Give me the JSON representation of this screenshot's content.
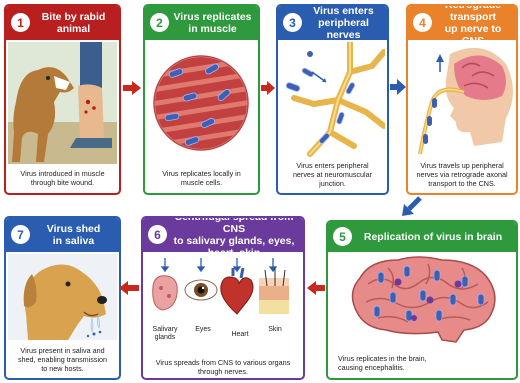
{
  "colors": {
    "red": "#b91f1f",
    "green": "#2e9a3d",
    "blue": "#2a5db0",
    "orange": "#e9822a",
    "purple": "#6a3a9c",
    "arrow_red": "#c8281e",
    "arrow_blue": "#2a5db0"
  },
  "panels": [
    {
      "num": "1",
      "title": "Bite by rabid animal",
      "caption": "Virus introduced in muscle\nthrough bite wound."
    },
    {
      "num": "2",
      "title": "Virus replicates\nin muscle",
      "caption": "Virus replicates locally in\nmuscle cells."
    },
    {
      "num": "3",
      "title": "Virus enters\nperipheral nerves",
      "caption": "Virus enters peripheral\nnerves at neuromuscular\njunction."
    },
    {
      "num": "4",
      "title": "Retrograde transport\nup nerve to CNS",
      "caption": "Virus travels up peripheral\nnerves via retrograde axonal\ntransport to the CNS."
    },
    {
      "num": "5",
      "title": "Replication of virus in brain",
      "caption": "Virus replicates in the brain,\ncausing encephalitis."
    },
    {
      "num": "6",
      "title": "Centrifugal spread from CNS\nto salivary glands, eyes, heart, skin",
      "caption": "Virus spreads from CNS to various organs\nthrough nerves.",
      "organs": [
        "Salivary\nglands",
        "Eyes",
        "Heart",
        "Skin"
      ]
    },
    {
      "num": "7",
      "title": "Virus shed\nin saliva",
      "caption": "Virus present in saliva and\nshed, enabling transmission\nto new hosts."
    }
  ]
}
